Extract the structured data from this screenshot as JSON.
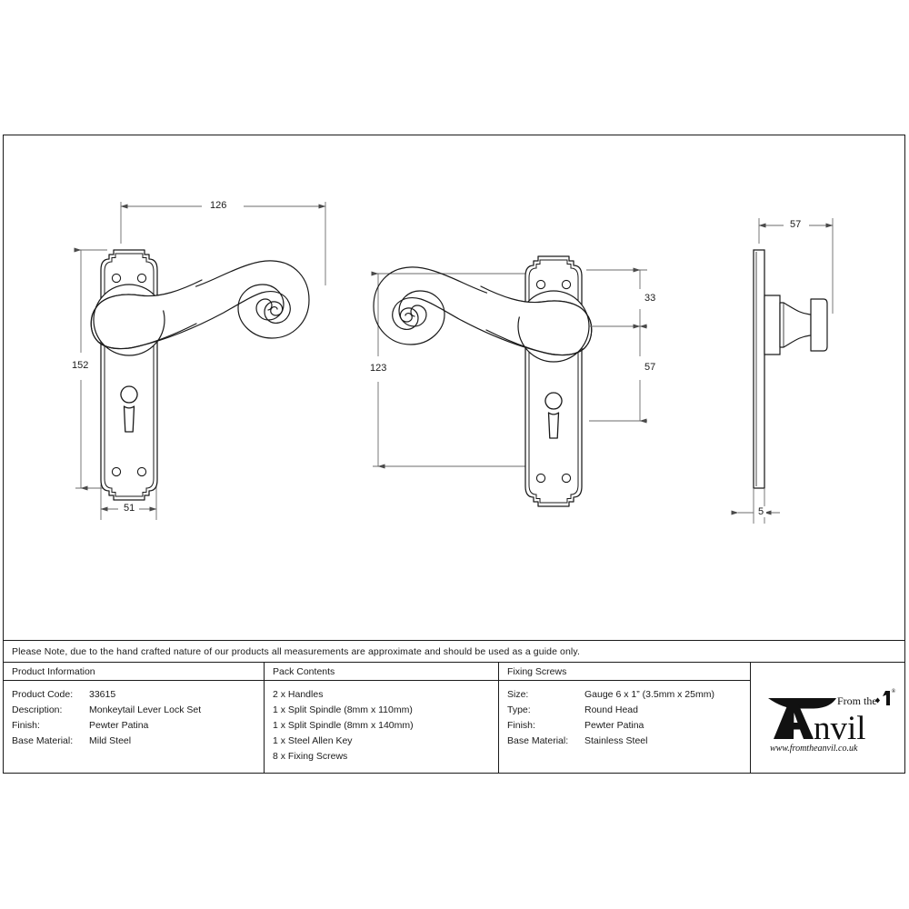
{
  "frame": {
    "note": "Please Note, due to the hand crafted nature of our products all measurements are approximate and should be used as a guide only."
  },
  "dimensions": {
    "plate_width_126": "126",
    "plate_height_152": "152",
    "plate_depth_51": "51",
    "lever_height_123": "123",
    "top_to_spindle_33": "33",
    "spindle_to_keyhole_57": "57",
    "projection_57": "57",
    "plate_thickness_5": "5"
  },
  "table": {
    "product_information": {
      "heading": "Product Information",
      "rows": [
        {
          "label": "Product Code:",
          "value": "33615"
        },
        {
          "label": "Description:",
          "value": "Monkeytail Lever Lock Set"
        },
        {
          "label": "Finish:",
          "value": "Pewter Patina"
        },
        {
          "label": "Base Material:",
          "value": "Mild Steel"
        }
      ]
    },
    "pack_contents": {
      "heading": "Pack Contents",
      "items": [
        "2 x Handles",
        "1 x Split Spindle (8mm x 110mm)",
        "1 x Split Spindle (8mm x 140mm)",
        "1 x Steel Allen Key",
        "8 x Fixing Screws"
      ]
    },
    "fixing_screws": {
      "heading": "Fixing Screws",
      "rows": [
        {
          "label": "Size:",
          "value": "Gauge 6 x 1” (3.5mm x 25mm)"
        },
        {
          "label": "Type:",
          "value": "Round Head"
        },
        {
          "label": "Finish:",
          "value": "Pewter Patina"
        },
        {
          "label": "Base Material:",
          "value": "Stainless Steel"
        }
      ]
    }
  },
  "logo": {
    "line1": "From the",
    "wordmark": "Anvil",
    "url": "www.fromtheanvil.co.uk",
    "registered": "®"
  },
  "colors": {
    "line": "#1a1a1a",
    "dimension_line": "#6b6b6b",
    "background": "#ffffff"
  }
}
